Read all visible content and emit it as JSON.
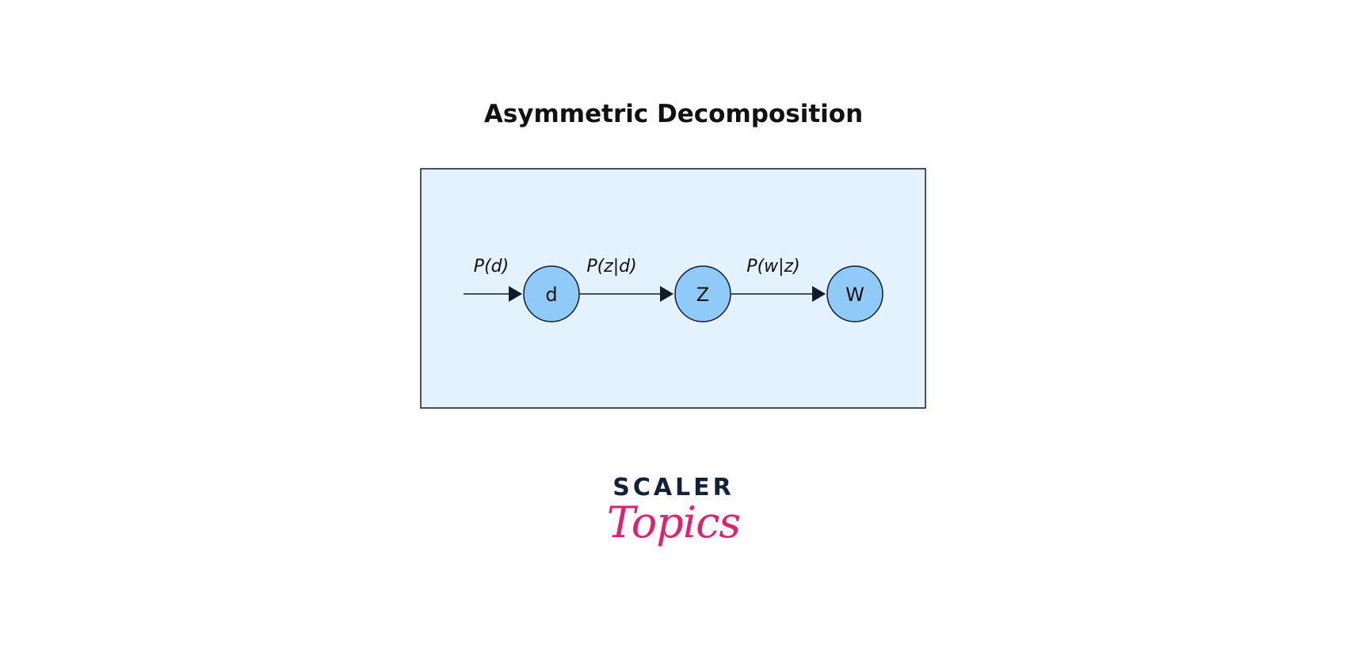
{
  "title": "Asymmetric Decomposition",
  "diagram": {
    "box_fill": "#e3f2fd",
    "node_fill": "#90caf9",
    "stroke": "#0f1b2d",
    "edge_labels": [
      "P(d)",
      "P(z|d)",
      "P(w|z)"
    ],
    "nodes": [
      "d",
      "Z",
      "W"
    ]
  },
  "logo": {
    "line1": "SCALER",
    "line2": "Topics",
    "accent": "#e0226e"
  }
}
